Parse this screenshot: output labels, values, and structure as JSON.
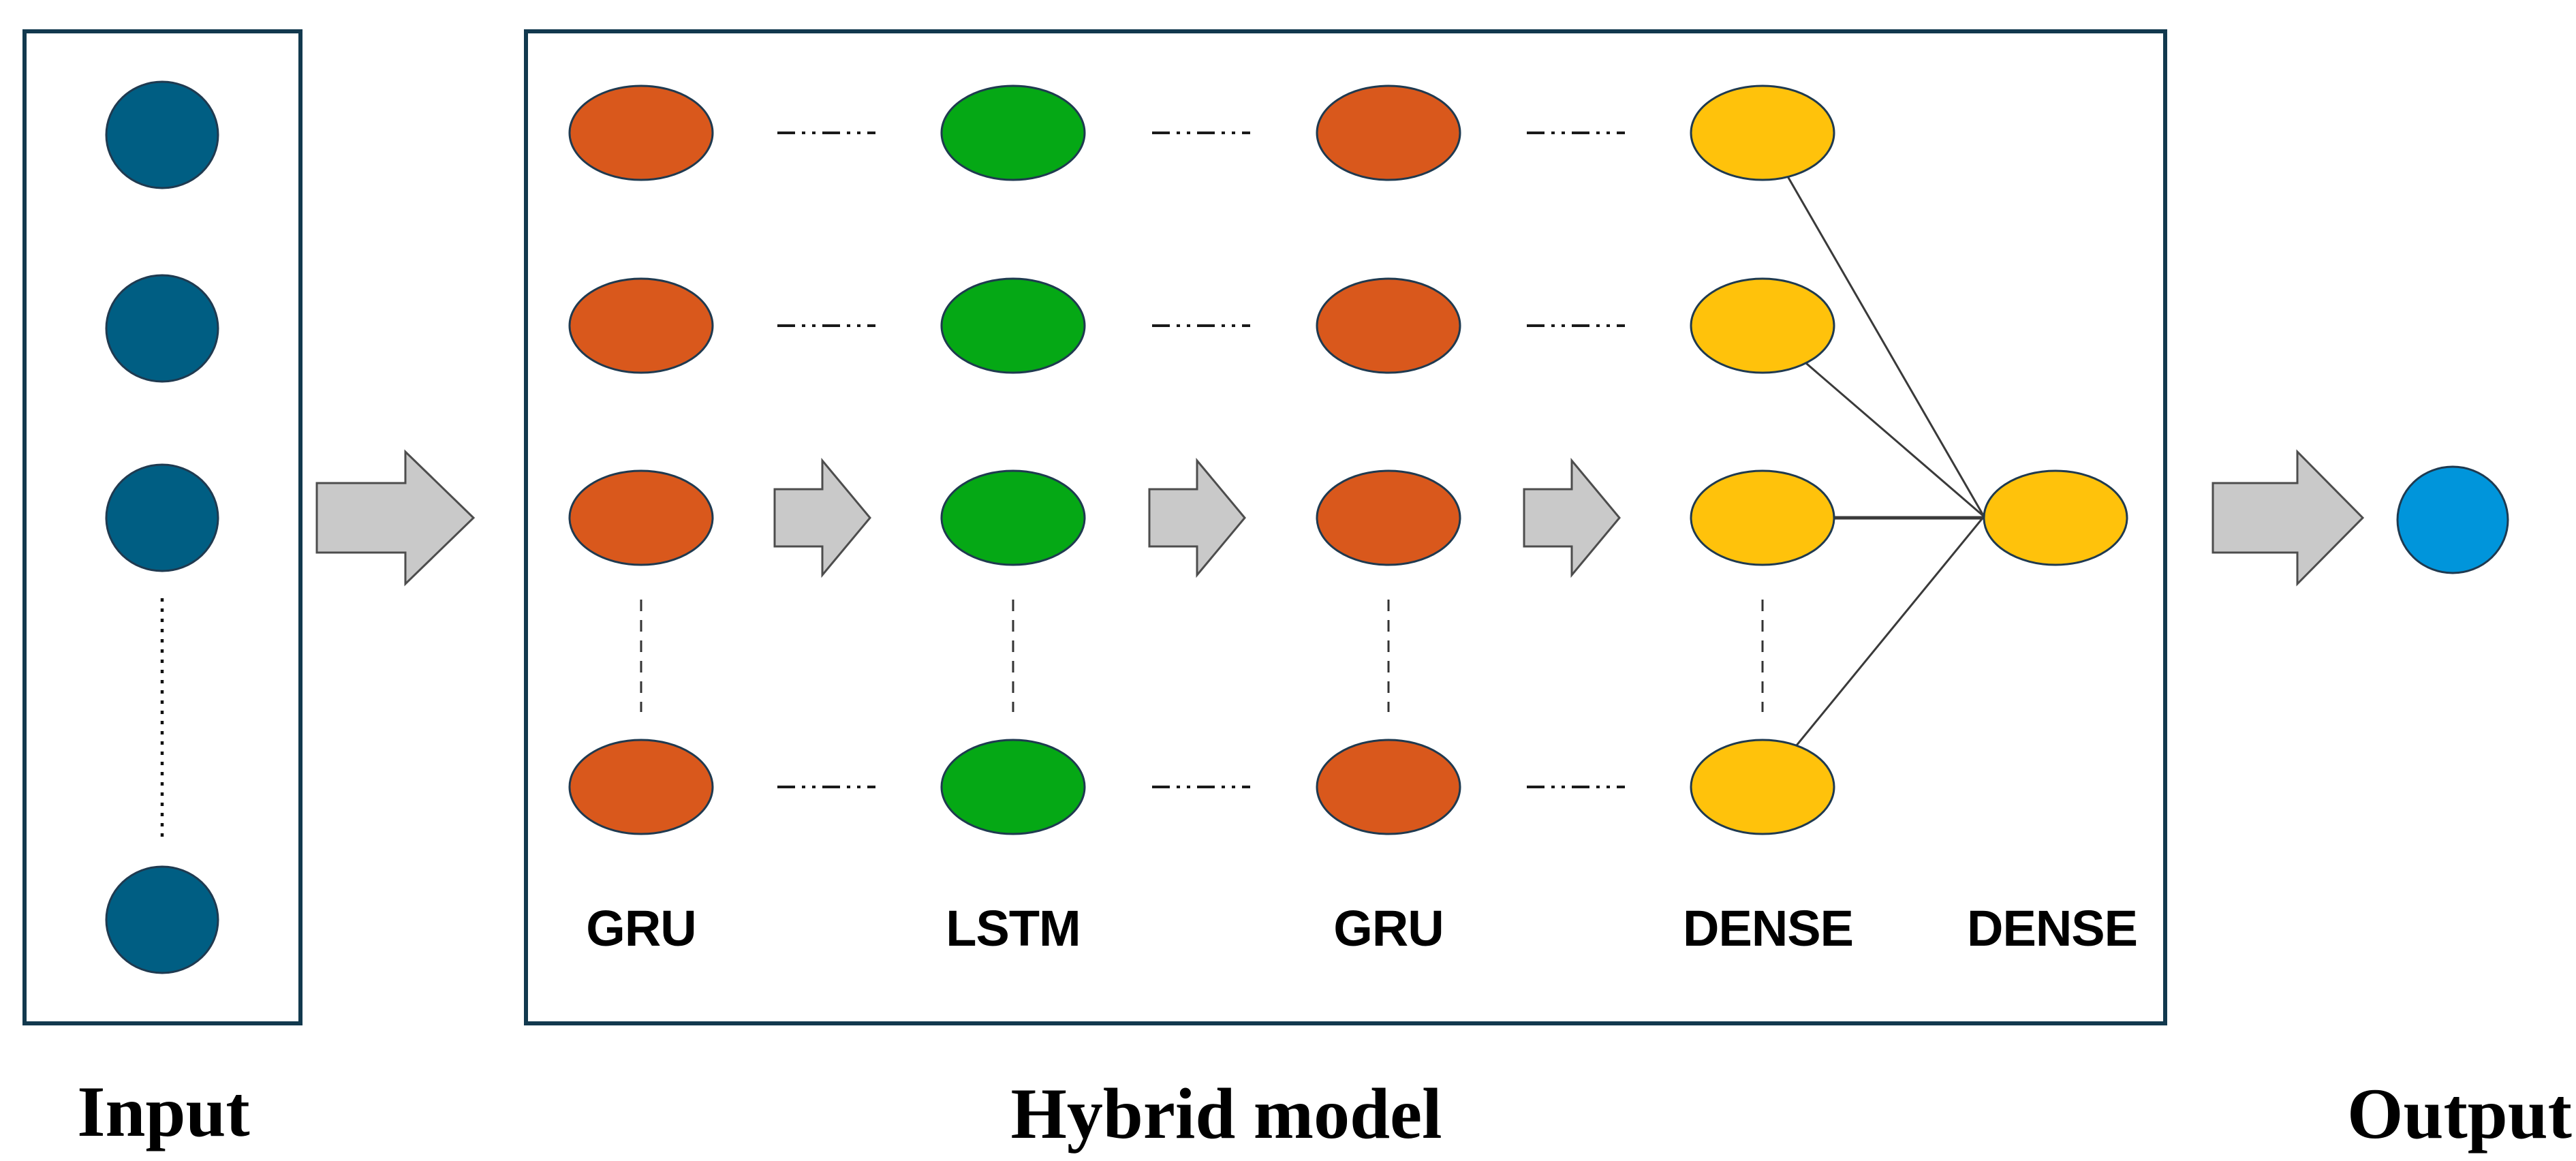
{
  "figure": {
    "input_panel": {
      "label": "Input",
      "node_color": "#005E83",
      "visible_nodes": 4
    },
    "hybrid_panel": {
      "label": "Hybrid model",
      "layers": [
        {
          "label": "GRU",
          "node_color": "#D9581C",
          "visible_nodes": 4
        },
        {
          "label": "LSTM",
          "node_color": "#05A815",
          "visible_nodes": 4
        },
        {
          "label": "GRU",
          "node_color": "#D9581C",
          "visible_nodes": 4
        },
        {
          "label": "DENSE",
          "node_color": "#FFC20B",
          "visible_nodes": 4
        },
        {
          "label": "DENSE",
          "node_color": "#FFC20B",
          "visible_nodes": 1
        }
      ]
    },
    "output_panel": {
      "label": "Output",
      "node_color": "#0095DB",
      "visible_nodes": 1
    },
    "styles": {
      "background": "#FFFFFF",
      "box_border": "#12394E",
      "node_stroke": "#1F3A50",
      "arrow_fill": "#C9C9C9",
      "arrow_stroke": "#4D4D4D",
      "connector_color": "#3A3A3A",
      "text_color": "#000000"
    }
  }
}
